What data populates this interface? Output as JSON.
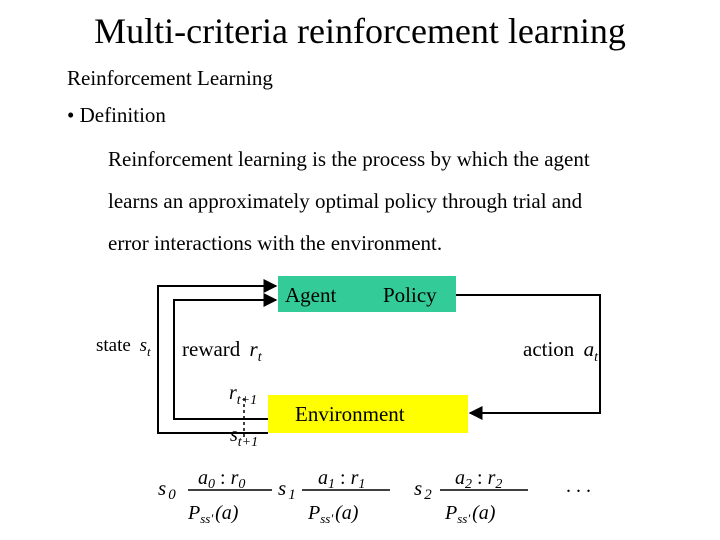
{
  "slide": {
    "title": "Multi-criteria reinforcement learning",
    "subtitle": "Reinforcement Learning",
    "bullet": "• Definition",
    "paragraph": [
      "Reinforcement learning is the process by which the  agent",
      "learns an approximately optimal policy through trial and",
      "error interactions with the environment."
    ]
  },
  "diagram": {
    "agent_label": "Agent",
    "policy_label": "Policy",
    "environment_label": "Environment",
    "state_label": "state",
    "reward_label": "reward",
    "action_label": "action",
    "state_var": "s",
    "state_sub": "t",
    "reward_var": "r",
    "reward_sub": "t",
    "action_var": "a",
    "action_sub": "t",
    "next_reward_var": "r",
    "next_reward_sub": "t+1",
    "next_state_var": "s",
    "next_state_sub": "t+1",
    "box_color": "#33cc99",
    "env_color": "#ffff00"
  },
  "sequence": {
    "states": [
      {
        "var": "s",
        "sub": "0"
      },
      {
        "var": "s",
        "sub": "1"
      },
      {
        "var": "s",
        "sub": "2"
      }
    ],
    "transitions": [
      {
        "a": "a",
        "a_sub": "0",
        "sep": " : ",
        "r": "r",
        "r_sub": "0",
        "p": "P",
        "p_sub": "ss'",
        "p_arg": "(a)"
      },
      {
        "a": "a",
        "a_sub": "1",
        "sep": " : ",
        "r": "r",
        "r_sub": "1",
        "p": "P",
        "p_sub": "ss'",
        "p_arg": "(a)"
      },
      {
        "a": "a",
        "a_sub": "2",
        "sep": " : ",
        "r": "r",
        "r_sub": "2",
        "p": "P",
        "p_sub": "ss'",
        "p_arg": "(a)"
      }
    ],
    "ellipsis": ". . ."
  }
}
